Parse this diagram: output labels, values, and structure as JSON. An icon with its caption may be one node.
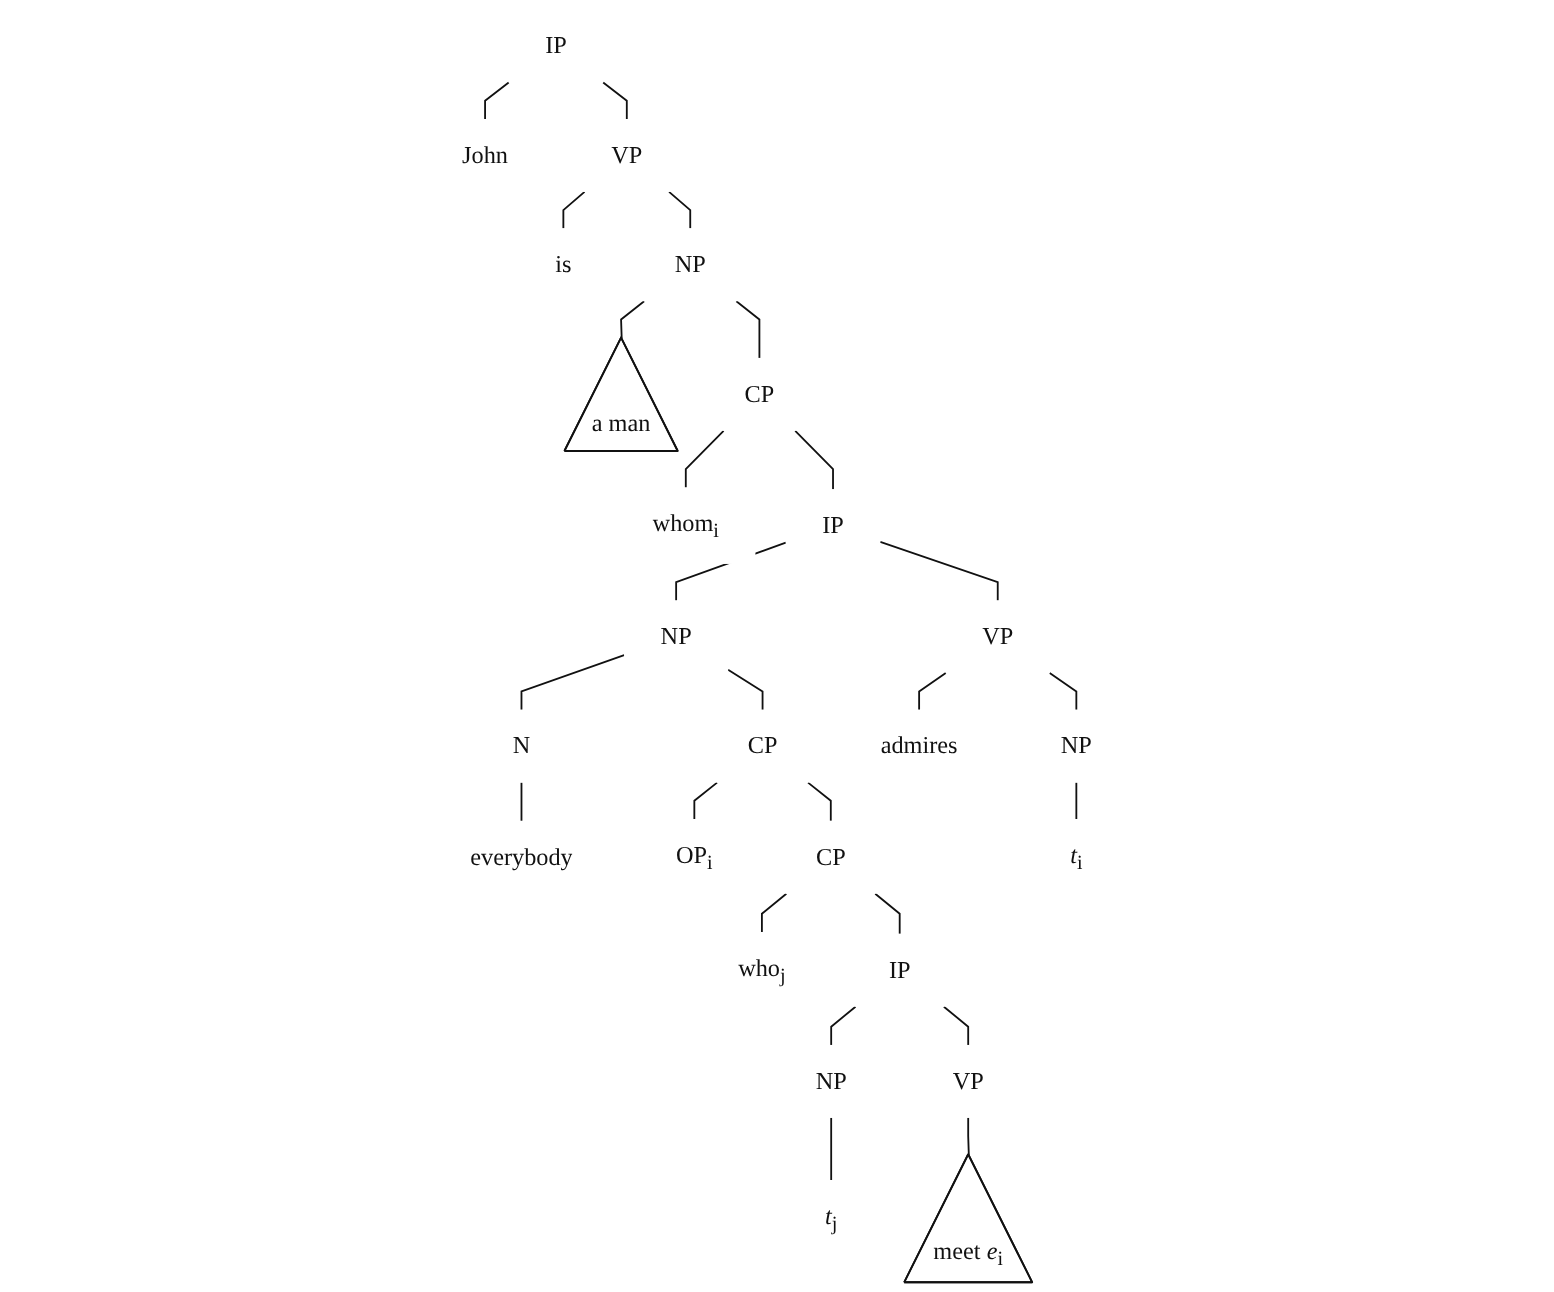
{
  "diagram": {
    "nodes": [
      {
        "text": [
          "IP"
        ]
      },
      {
        "text": [
          "John"
        ]
      },
      {
        "text": [
          "VP"
        ]
      },
      {
        "text": [
          "is"
        ]
      },
      {
        "text": [
          "NP"
        ]
      },
      {
        "text": [
          "a man"
        ]
      },
      {
        "text": [
          "CP"
        ]
      },
      {
        "text": [
          "whom$_{i}$"
        ]
      },
      {
        "text": [
          "IP"
        ]
      },
      {
        "text": [
          "NP"
        ]
      },
      {
        "text": [
          "VP"
        ]
      },
      {
        "text": [
          "N"
        ]
      },
      {
        "text": [
          "CP"
        ]
      },
      {
        "text": [
          "admires"
        ]
      },
      {
        "text": [
          "NP"
        ]
      },
      {
        "text": [
          "everybody"
        ]
      },
      {
        "text": [
          "OP$_{i}$"
        ]
      },
      {
        "text": [
          "CP"
        ]
      },
      {
        "text": [
          "*t*$_{i}$"
        ]
      },
      {
        "text": [
          "who$_{j}$"
        ]
      },
      {
        "text": [
          "IP"
        ]
      },
      {
        "text": [
          "NP"
        ]
      },
      {
        "text": [
          "VP"
        ]
      },
      {
        "text": [
          "*t*$_{j}$"
        ]
      },
      {
        "text": [
          "meet *e*$_{i}$"
        ]
      }
    ],
    "edges": [
      {
        "from": 0,
        "to": 1,
        "arrow": "none"
      },
      {
        "from": 0,
        "to": 2,
        "arrow": "none"
      },
      {
        "from": 2,
        "to": 3,
        "arrow": "none"
      },
      {
        "from": 2,
        "to": 4,
        "arrow": "none"
      },
      {
        "from": 4,
        "to": 5,
        "arrow": "none"
      },
      {
        "from": 4,
        "to": 6,
        "arrow": "none"
      },
      {
        "from": 6,
        "to": 7,
        "arrow": "none"
      },
      {
        "from": 6,
        "to": 8,
        "arrow": "none"
      },
      {
        "from": 8,
        "to": 9,
        "arrow": "none"
      },
      {
        "from": 8,
        "to": 10,
        "arrow": "none"
      },
      {
        "from": 9,
        "to": 11,
        "arrow": "none"
      },
      {
        "from": 9,
        "to": 12,
        "arrow": "none"
      },
      {
        "from": 10,
        "to": 13,
        "arrow": "none"
      },
      {
        "from": 10,
        "to": 14,
        "arrow": "none"
      },
      {
        "from": 11,
        "to": 15,
        "arrow": "none"
      },
      {
        "from": 12,
        "to": 16,
        "arrow": "none"
      },
      {
        "from": 12,
        "to": 17,
        "arrow": "none"
      },
      {
        "from": 14,
        "to": 18,
        "arrow": "none"
      },
      {
        "from": 17,
        "to": 19,
        "arrow": "none"
      },
      {
        "from": 17,
        "to": 20,
        "arrow": "none"
      },
      {
        "from": 20,
        "to": 21,
        "arrow": "none"
      },
      {
        "from": 20,
        "to": 22,
        "arrow": "none"
      },
      {
        "from": 21,
        "to": 23,
        "arrow": "none"
      },
      {
        "from": 22,
        "to": 24,
        "arrow": "none"
      }
    ]
  }
}
